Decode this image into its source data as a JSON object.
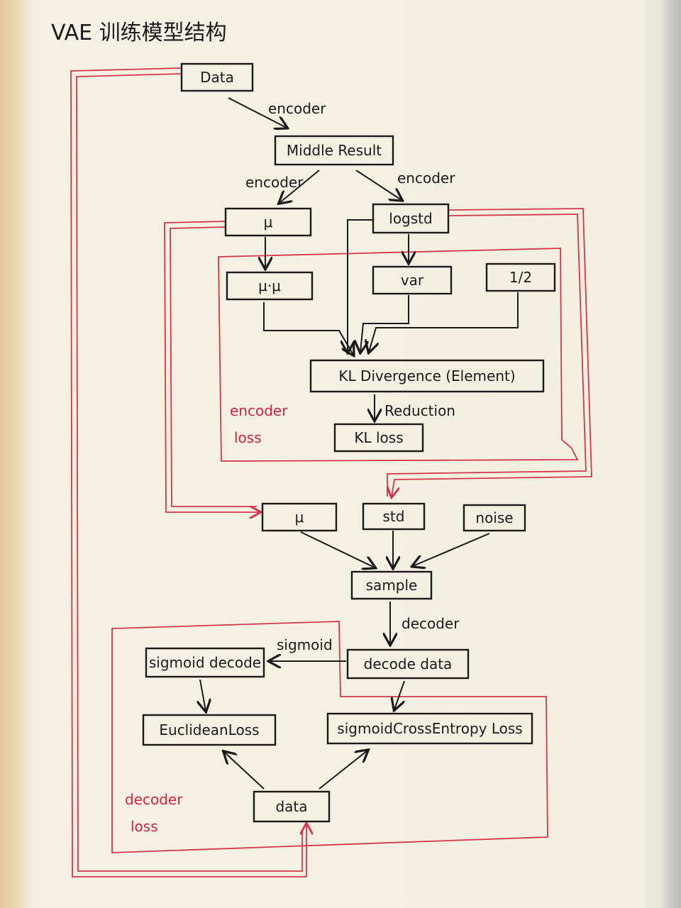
{
  "title": "VAE 训练模型结构",
  "nodes": {
    "data_top": "Data",
    "middle_result": "Middle Result",
    "mu_top": "μ",
    "logstd": "logstd",
    "mu_mu": "μ·μ",
    "var": "var",
    "half": "1/2",
    "kl_divergence": "KL Divergence (Element)",
    "kl_loss": "KL loss",
    "mu_mid": "μ",
    "std": "std",
    "noise": "noise",
    "sample": "sample",
    "decode_data": "decode data",
    "sigmoid_decode": "sigmoid decode",
    "euclidean_loss": "EuclideanLoss",
    "sigmoid_ce_loss": "sigmoidCrossEntropy Loss",
    "data_bottom": "data"
  },
  "edges": {
    "encoder_1": "encoder",
    "encoder_2": "encoder",
    "encoder_3": "encoder",
    "reduction": "Reduction",
    "decoder": "decoder",
    "sigmoid": "sigmoid"
  },
  "groups": {
    "encoder_loss_line1": "encoder",
    "encoder_loss_line2": "loss",
    "decoder_loss_line1": "decoder",
    "decoder_loss_line2": "loss"
  },
  "colors": {
    "ink": "#1a1a1a",
    "red_ink": "#d5344a",
    "paper": "#f3f0e2"
  }
}
